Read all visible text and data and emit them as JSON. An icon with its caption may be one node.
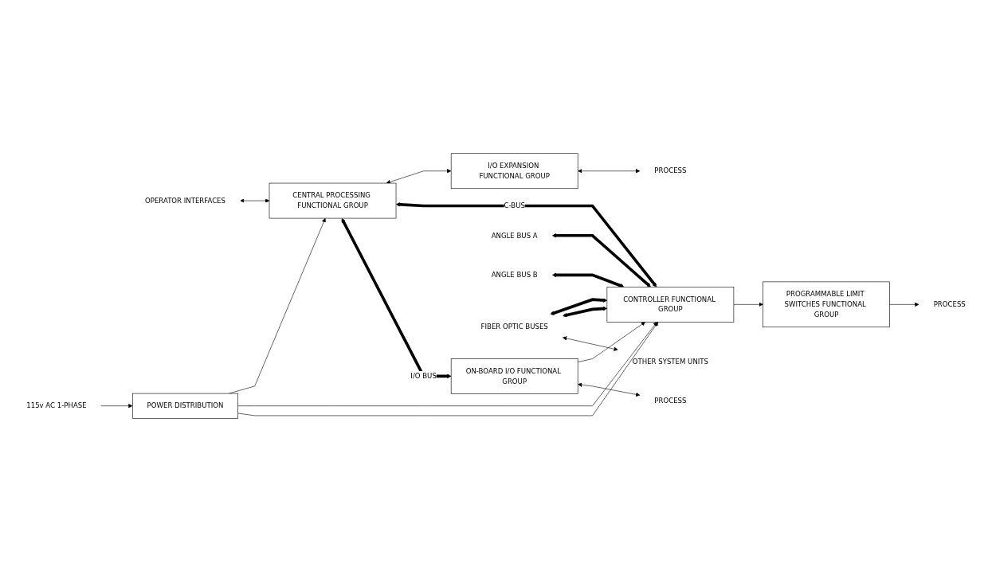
{
  "diagram": {
    "nodes": [
      {
        "text": [
          "OPERATOR INTERFACES"
        ]
      },
      {
        "text": [
          "CENTRAL PROCESSING FUNCTIONAL GROUP"
        ]
      },
      {
        "text": [
          "I/O EXPANSION FUNCTIONAL GROUP"
        ]
      },
      {
        "text": [
          "PROCESS"
        ]
      },
      {
        "text": [
          "CONTROLLER FUNCTIONAL GROUP"
        ]
      },
      {
        "text": [
          "ON-BOARD I/O FUNCTIONAL GROUP"
        ]
      },
      {
        "text": [
          "PROCESS"
        ]
      },
      {
        "text": [
          "115v AC 1-PHASE"
        ]
      },
      {
        "text": [
          "POWER DISTRIBUTION"
        ]
      },
      {
        "text": [
          "PROGRAMMABLE LIMIT SWITCHES FUNCTIONAL GROUP"
        ]
      },
      {
        "text": [
          "PROCESS"
        ]
      },
      {
        "text": [
          "ANGLE BUS A"
        ]
      },
      {
        "text": [
          "ANGLE BUS B"
        ]
      },
      {
        "text": [
          "FIBER OPTIC BUSES"
        ]
      },
      {
        "text": [
          "OTHER SYSTEM UNITS"
        ]
      }
    ],
    "edges": [
      {
        "from": 0,
        "to": 1,
        "arrow": "both"
      },
      {
        "from": 1,
        "to": 2,
        "arrow": "both"
      },
      {
        "from": 2,
        "to": 3,
        "arrow": "both"
      },
      {
        "from": 1,
        "to": 4,
        "arrow": "both",
        "label": "C-BUS",
        "style": "thick"
      },
      {
        "from": 1,
        "to": 5,
        "arrow": "both",
        "label": "I/O BUS",
        "style": "thick"
      },
      {
        "from": 8,
        "to": 1,
        "arrow": "to"
      },
      {
        "from": 8,
        "to": 4,
        "arrow": "to"
      },
      {
        "from": 8,
        "to": 4,
        "arrow": "to"
      },
      {
        "from": 5,
        "to": 4,
        "arrow": "to"
      },
      {
        "from": 5,
        "to": 6,
        "arrow": "both"
      },
      {
        "from": 7,
        "to": 8,
        "arrow": "to"
      },
      {
        "from": 4,
        "to": 9,
        "arrow": "to"
      },
      {
        "from": 9,
        "to": 10,
        "arrow": "to"
      },
      {
        "from": 11,
        "to": 4,
        "arrow": "both",
        "style": "thick"
      },
      {
        "from": 12,
        "to": 4,
        "arrow": "both",
        "style": "thick"
      },
      {
        "from": 13,
        "to": 4,
        "arrow": "both",
        "style": "thick"
      },
      {
        "from": 13,
        "to": 4,
        "arrow": "both",
        "style": "thick"
      },
      {
        "from": 13,
        "to": 14,
        "arrow": "both"
      }
    ]
  }
}
